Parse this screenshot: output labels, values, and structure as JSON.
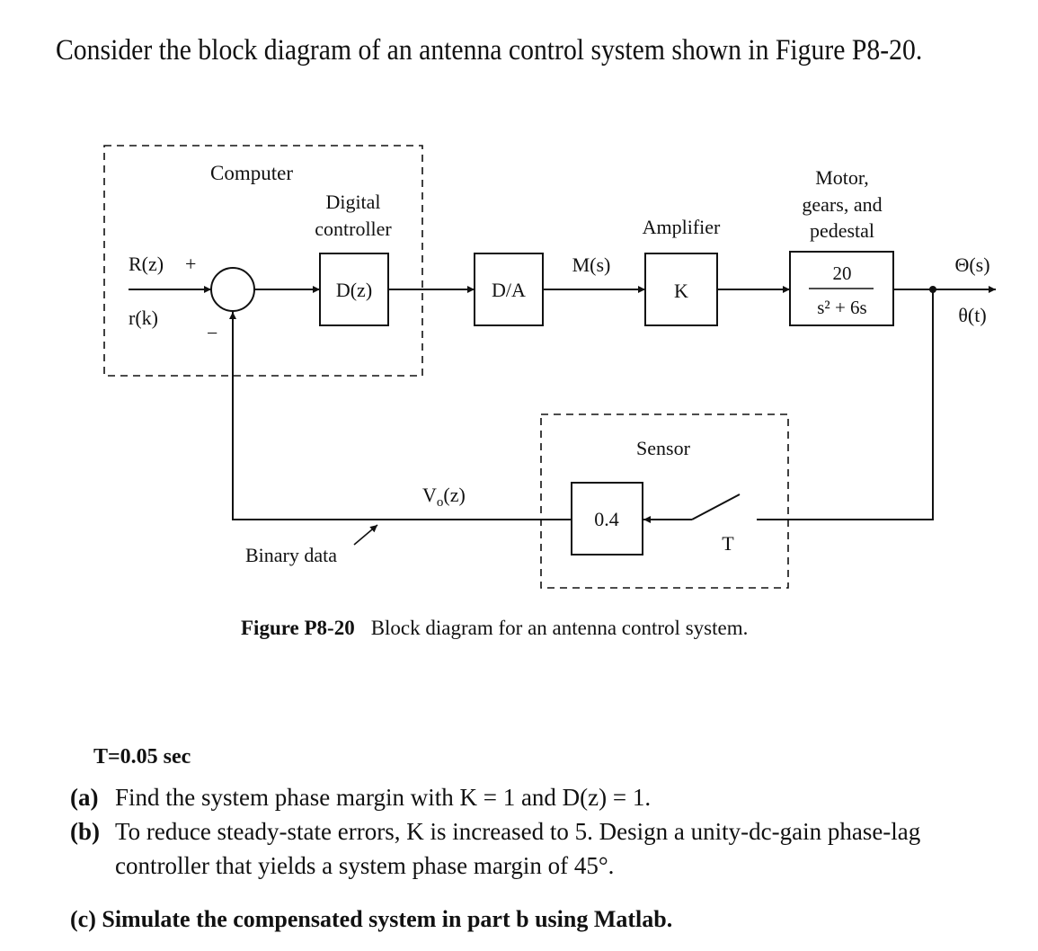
{
  "intro": "Consider the block diagram of an antenna control system shown in Figure P8-20.",
  "diagram": {
    "computer_label": "Computer",
    "controller_label_1": "Digital",
    "controller_label_2": "controller",
    "controller_block": "D(z)",
    "input_label_1": "R(z)",
    "input_plus": "+",
    "input_label_2": "r(k)",
    "minus_sign": "−",
    "da_block": "D/A",
    "signal_m": "M(s)",
    "amplifier_label": "Amplifier",
    "amplifier_block": "K",
    "plant_label_1": "Motor,",
    "plant_label_2": "gears, and",
    "plant_label_3": "pedestal",
    "plant_numerator": "20",
    "plant_denominator": "s² + 6s",
    "output_label_1": "Θ(s)",
    "output_label_2": "θ(t)",
    "sensor_label": "Sensor",
    "sensor_block": "0.4",
    "switch_label": "T",
    "feedback_signal": "Vo(z)",
    "binary_data_label": "Binary data"
  },
  "caption": {
    "figure_id": "Figure P8-20",
    "text": "Block diagram for an antenna control system."
  },
  "sampling_time": "T=0.05 sec",
  "questions": {
    "a_label": "(a)",
    "a_text": "Find the system phase margin with K = 1 and D(z) = 1.",
    "b_label": "(b)",
    "b_text_1": "To reduce steady-state errors, K is increased to 5. Design a unity-dc-gain phase-lag",
    "b_text_2": "controller that yields a system phase margin of 45°.",
    "c_text": "(c) Simulate the compensated system in part b using Matlab."
  }
}
